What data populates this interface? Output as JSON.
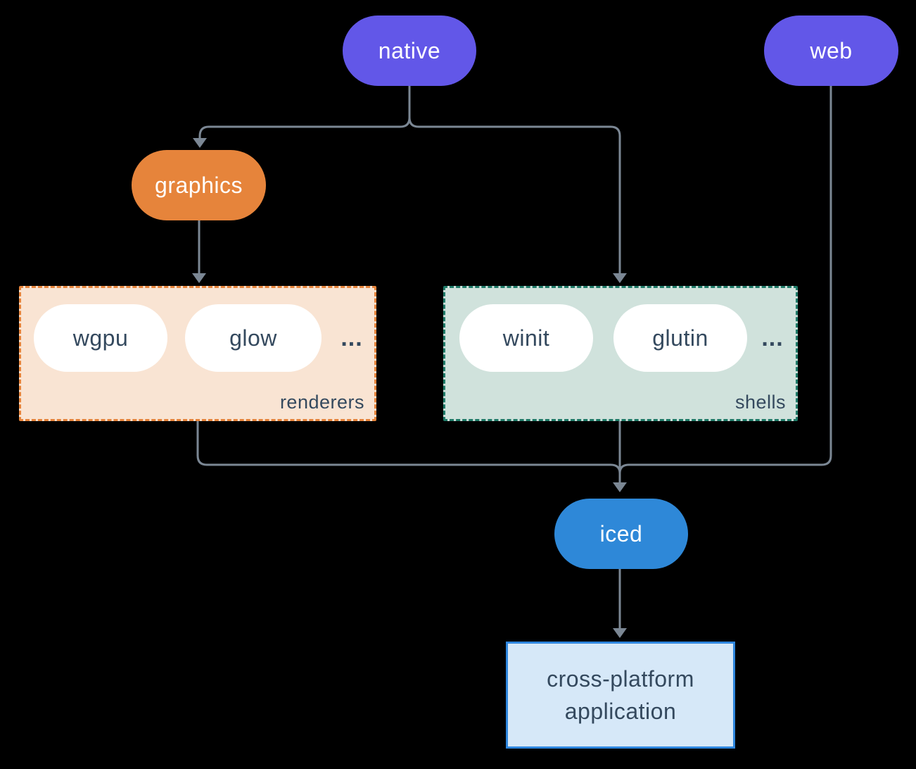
{
  "diagram": {
    "nodes": {
      "native": {
        "label": "native"
      },
      "web": {
        "label": "web"
      },
      "graphics": {
        "label": "graphics"
      },
      "iced": {
        "label": "iced"
      },
      "application": {
        "lines": [
          "cross-platform",
          "application"
        ]
      }
    },
    "groups": {
      "renderers": {
        "label": "renderers",
        "items": [
          "wgpu",
          "glow"
        ],
        "ellipsis": "..."
      },
      "shells": {
        "label": "shells",
        "items": [
          "winit",
          "glutin"
        ],
        "ellipsis": "..."
      }
    },
    "colors": {
      "background": "#000000",
      "connector": "#7b8794",
      "node_native_web": "#6257e8",
      "node_graphics": "#e6843b",
      "node_iced": "#2e88d8",
      "pill_text": "#ffffff",
      "inner_pill_bg": "#ffffff",
      "inner_pill_text": "#34495e",
      "renderers_bg": "#f9e4d3",
      "renderers_border": "#e6843b",
      "shells_bg": "#d0e2dc",
      "shells_border": "#1f7a68",
      "app_bg": "#d6e8f8",
      "app_border": "#2e86de",
      "group_label_text": "#34495e"
    }
  }
}
